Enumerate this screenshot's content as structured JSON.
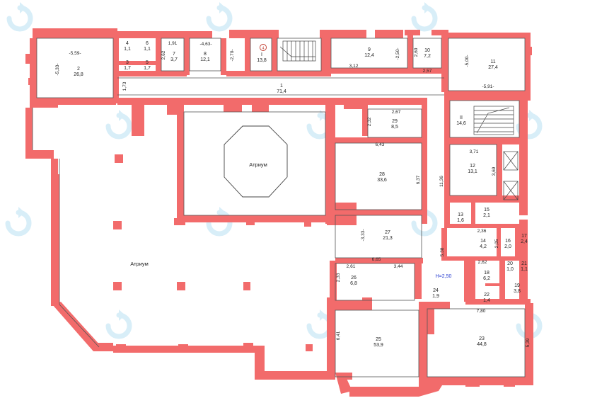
{
  "colors": {
    "wall": "#f26b6b",
    "line": "#555555",
    "height_text": "#2a3fd0",
    "watermark": "#d8eef8"
  },
  "atrium_label": "Атриум",
  "height_note": "Н=2,50",
  "rooms": [
    {
      "id": "1",
      "num": "1",
      "area": "71,4"
    },
    {
      "id": "2",
      "num": "2",
      "area": "26,8"
    },
    {
      "id": "3",
      "num": "3",
      "area": "1,7"
    },
    {
      "id": "4",
      "num": "4",
      "area": "1,1"
    },
    {
      "id": "5",
      "num": "5",
      "area": "1,7"
    },
    {
      "id": "6",
      "num": "6",
      "area": "1,1"
    },
    {
      "id": "7",
      "num": "7",
      "area": "3,7"
    },
    {
      "id": "8",
      "num": "8",
      "area": "12,1"
    },
    {
      "id": "I",
      "num": "I",
      "area": "13,8"
    },
    {
      "id": "9",
      "num": "9",
      "area": "12,4"
    },
    {
      "id": "10",
      "num": "10",
      "area": "7,2"
    },
    {
      "id": "11",
      "num": "11",
      "area": "27,4"
    },
    {
      "id": "II",
      "num": "II",
      "area": "14,6"
    },
    {
      "id": "12",
      "num": "12",
      "area": "13,1"
    },
    {
      "id": "13",
      "num": "13",
      "area": "1,6"
    },
    {
      "id": "14",
      "num": "14",
      "area": "4,2"
    },
    {
      "id": "15",
      "num": "15",
      "area": "2,1"
    },
    {
      "id": "16",
      "num": "16",
      "area": "2,0"
    },
    {
      "id": "17",
      "num": "17",
      "area": "2,4"
    },
    {
      "id": "18",
      "num": "18",
      "area": "6,2"
    },
    {
      "id": "19",
      "num": "19",
      "area": "3,8"
    },
    {
      "id": "20",
      "num": "20",
      "area": "1,0"
    },
    {
      "id": "21",
      "num": "21",
      "area": "1,1"
    },
    {
      "id": "22",
      "num": "22",
      "area": "1,4"
    },
    {
      "id": "23",
      "num": "23",
      "area": "44,8"
    },
    {
      "id": "24",
      "num": "24",
      "area": "1,9"
    },
    {
      "id": "25",
      "num": "25",
      "area": "53,9"
    },
    {
      "id": "26",
      "num": "26",
      "area": "6,8"
    },
    {
      "id": "27",
      "num": "27",
      "area": "21,3"
    },
    {
      "id": "28",
      "num": "28",
      "area": "33,6"
    },
    {
      "id": "29",
      "num": "29",
      "area": "8,5"
    }
  ],
  "dimensions": {
    "d_5_59": "-5,59-",
    "d_5_33": "-5,33-",
    "d_1_73": "1,73",
    "d_1_91": "1,91",
    "d_2_62a": "2,62",
    "d_4_63": "-4,63-",
    "d_2_70": "-2,70-",
    "d_3_12": "3,12",
    "d_2_50": "-2,50-",
    "d_2_60": "2,60",
    "d_2_57": "2,57",
    "d_5_00": "-5,00-",
    "d_5_91": "-5,91-",
    "d_2_67": "2,67",
    "d_2_32": "2,32",
    "d_6_43": "6,43",
    "d_6_37": "6,37",
    "d_3_71": "3,71",
    "d_11_36": "11,36",
    "d_3_69": "3,69",
    "d_2_36": "2,36",
    "d_2_05": "2,05",
    "d_3_33": "-3,33-",
    "d_6_65": "6,65",
    "d_5_38": "5,38",
    "d_2_62b": "2,62",
    "d_2_61": "2,61",
    "d_3_44": "3,44",
    "d_2_33": "2,33",
    "d_7_80": "7,80",
    "d_6_41": "6,41",
    "d_5_39": "5,39"
  }
}
